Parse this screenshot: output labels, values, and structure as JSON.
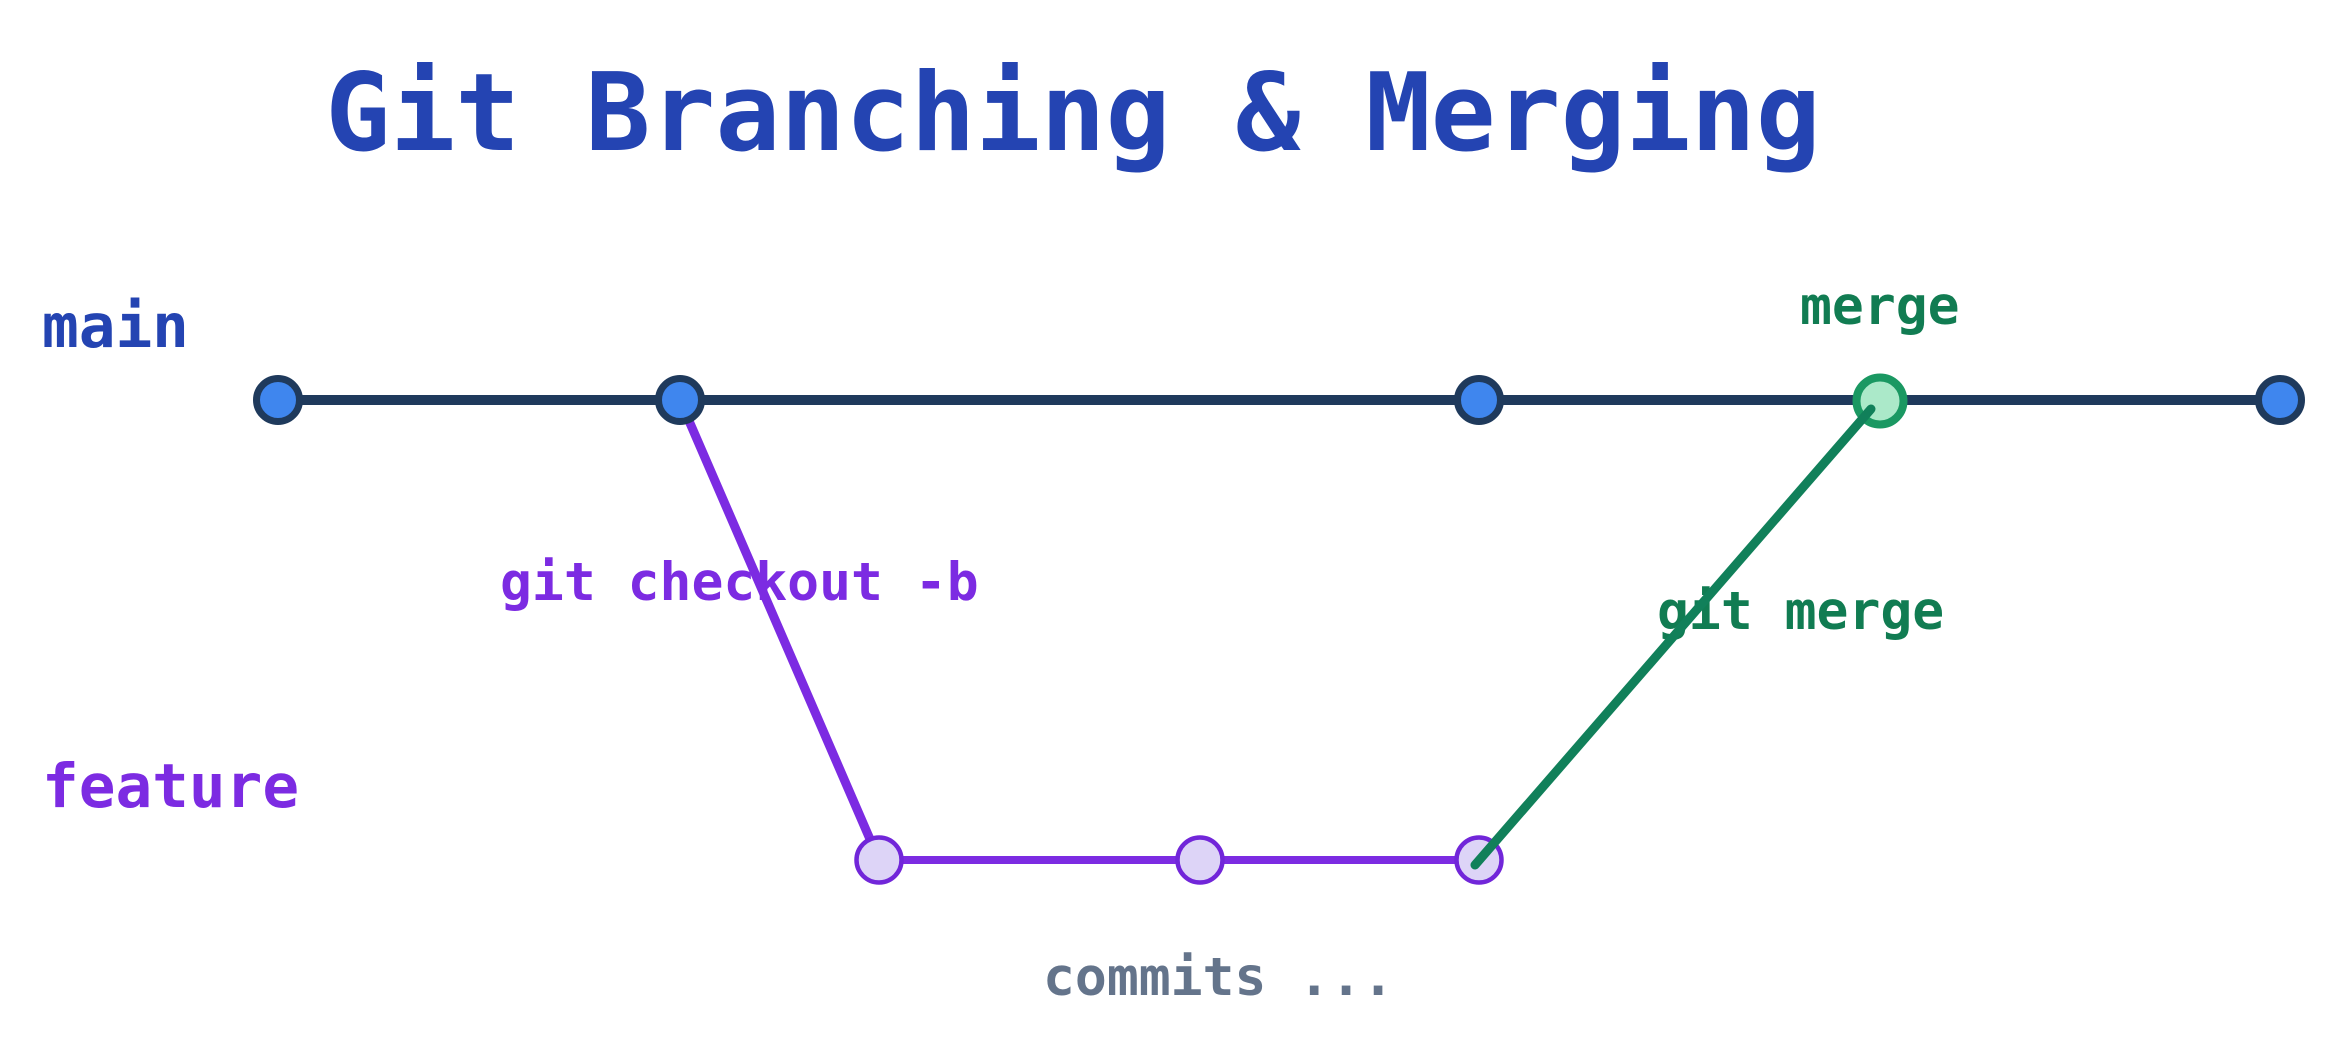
{
  "title": {
    "text": "Git Branching & Merging"
  },
  "branches": {
    "main": {
      "label": "main"
    },
    "feature": {
      "label": "feature"
    }
  },
  "annotations": {
    "checkout_command": "git checkout -b",
    "merge_command": "git merge",
    "merge_label": "merge",
    "commits_label": "commits ..."
  },
  "colors": {
    "background": "#ffffff",
    "title_blue": "#2444b2",
    "navy": "#1f3a5c",
    "commit_blue": "#3f86ee",
    "purple": "#7c2be2",
    "purple_ring": "#7126d9",
    "purple_fill": "#ddd4f7",
    "green_text": "#117c52",
    "green_line": "#11805a",
    "green_ring": "#1a9862",
    "green_fill": "#abe9c9",
    "slate": "#64748b"
  }
}
